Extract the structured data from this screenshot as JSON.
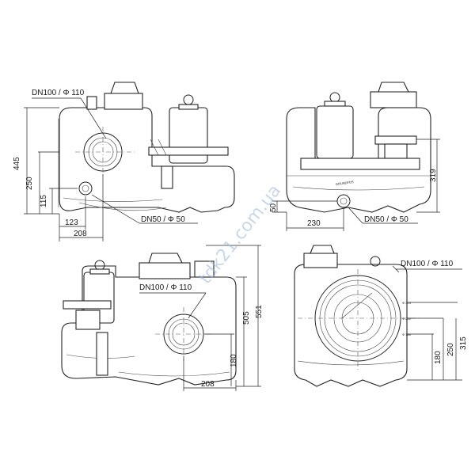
{
  "views": {
    "side_left": {
      "callout_inlet": "DN100 /   Φ 110",
      "callout_small": "DN50 /   Φ 50",
      "dim_445": "445",
      "dim_250": "250",
      "dim_115": "115",
      "dim_123": "123",
      "dim_208": "208"
    },
    "side_right": {
      "dim_319": "319",
      "dim_50": "50",
      "dim_230": "230",
      "callout_small": "DN50 /   Φ 50",
      "brand": "GRUNDFOS"
    },
    "back_view": {
      "callout_inlet": "DN100 /   Φ 110",
      "dim_505": "505",
      "dim_551": "551",
      "dim_180": "180",
      "dim_208": "208"
    },
    "front_view": {
      "callout_inlet": "DN100 /   Φ 110",
      "dim_315": "315",
      "dim_250": "250",
      "dim_180": "180",
      "ring_labels": [
        "Φ 315",
        "Φ 250",
        "Φ 180"
      ]
    }
  },
  "watermark": "tdk21.com.ua"
}
